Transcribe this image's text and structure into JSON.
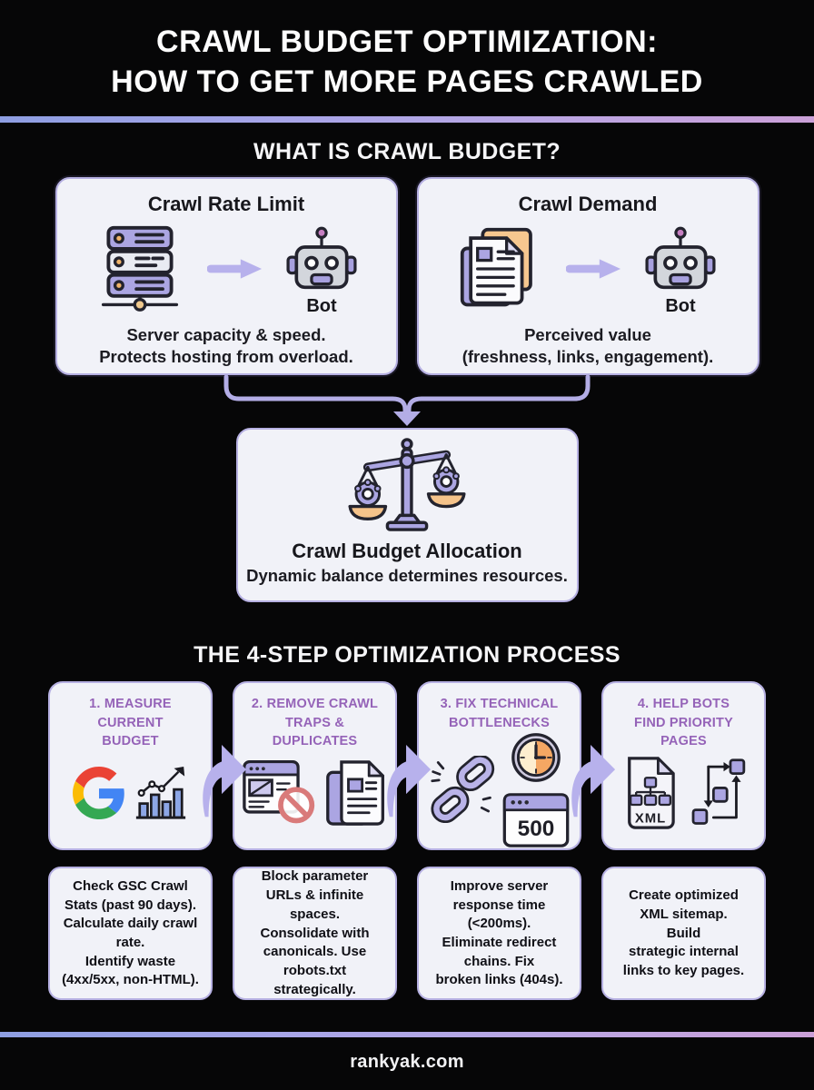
{
  "header": {
    "title": "CRAWL BUDGET OPTIMIZATION:\nHOW TO GET MORE PAGES CRAWLED"
  },
  "colors": {
    "accent_gradient_left": "#8e9ee2",
    "accent_gradient_right": "#cba0d8",
    "card_background": "#f1f2f8",
    "card_border": "#b6b0e2",
    "lavender_arrow": "#b7b1ec",
    "step_title_purple": "#9563b8",
    "icon_purple": "#aba5e2",
    "icon_orange": "#f0b46a",
    "ban_red": "#d97a7a"
  },
  "section1": {
    "title": "WHAT IS CRAWL BUDGET?",
    "cards": [
      {
        "title": "Crawl Rate Limit",
        "icons": [
          "server-icon",
          "arrow-right-icon",
          "robot-icon"
        ],
        "bot_label": "Bot",
        "description": "Server capacity & speed.\nProtects hosting from overload."
      },
      {
        "title": "Crawl Demand",
        "icons": [
          "documents-icon",
          "arrow-right-icon",
          "robot-icon"
        ],
        "bot_label": "Bot",
        "description": "Perceived value\n(freshness, links, engagement)."
      }
    ],
    "allocation": {
      "icon": "balance-scale-icon",
      "title": "Crawl Budget Allocation",
      "description": "Dynamic balance determines resources."
    }
  },
  "section2": {
    "title": "THE 4-STEP OPTIMIZATION PROCESS",
    "steps": [
      {
        "title": "1. MEASURE\nCURRENT\nBUDGET",
        "icons": [
          "google-logo-icon",
          "bar-chart-icon"
        ],
        "detail": "Check GSC Crawl\nStats (past 90 days).\nCalculate daily crawl\nrate.\nIdentify waste\n(4xx/5xx, non-HTML)."
      },
      {
        "title": "2. REMOVE CRAWL\nTRAPS &\nDUPLICATES",
        "icons": [
          "browser-blocked-icon",
          "duplicate-pages-icon"
        ],
        "detail": "Block parameter\nURLs & infinite spaces.\nConsolidate with\ncanonicals. Use\nrobots.txt\nstrategically."
      },
      {
        "title": "3. FIX TECHNICAL\nBOTTLENECKS",
        "icons": [
          "broken-chain-icon",
          "clock-icon",
          "error-500-icon"
        ],
        "detail": "Improve server\nresponse time\n(<200ms).\nEliminate redirect\nchains. Fix\nbroken links (404s)."
      },
      {
        "title": "4. HELP BOTS\nFIND PRIORITY\nPAGES",
        "icons": [
          "xml-sitemap-file-icon",
          "internal-links-flow-icon"
        ],
        "detail": "Create optimized\nXML sitemap.\nBuild\nstrategic internal\nlinks to key pages."
      }
    ],
    "error_code": "500",
    "xml_label": "XML"
  },
  "footer": {
    "site": "rankyak.com"
  }
}
